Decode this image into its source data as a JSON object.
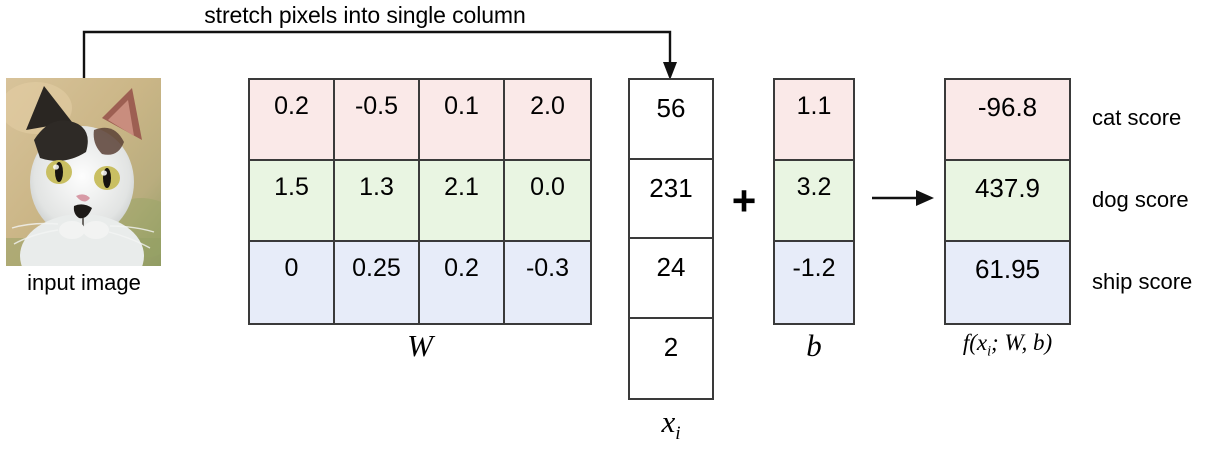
{
  "diagram": {
    "title": "stretch pixels into single column",
    "input_image_label": "input image",
    "plus_symbol": "+",
    "labels": {
      "w": "W",
      "xi": "x",
      "xi_sub": "i",
      "b": "b",
      "f": "f(x",
      "f_sub": "i",
      "f_tail": "; W, b)"
    },
    "w_matrix": {
      "rows": [
        {
          "class": "cat",
          "values": [
            "0.2",
            "-0.5",
            "0.1",
            "2.0"
          ]
        },
        {
          "class": "dog",
          "values": [
            "1.5",
            "1.3",
            "2.1",
            "0.0"
          ]
        },
        {
          "class": "ship",
          "values": [
            "0",
            "0.25",
            "0.2",
            "-0.3"
          ]
        }
      ]
    },
    "xi_vector": {
      "values": [
        "56",
        "231",
        "24",
        "2"
      ]
    },
    "b_vector": {
      "values": [
        "1.1",
        "3.2",
        "-1.2"
      ]
    },
    "f_vector": {
      "values": [
        "-96.8",
        "437.9",
        "61.95"
      ]
    },
    "score_captions": [
      "cat score",
      "dog score",
      "ship score"
    ],
    "colors": {
      "cat_row": "#fae9e8",
      "dog_row": "#e9f5e2",
      "ship_row": "#e7ecf9",
      "border": "#3a3a3a",
      "background": "#ffffff",
      "text": "#000000"
    }
  }
}
